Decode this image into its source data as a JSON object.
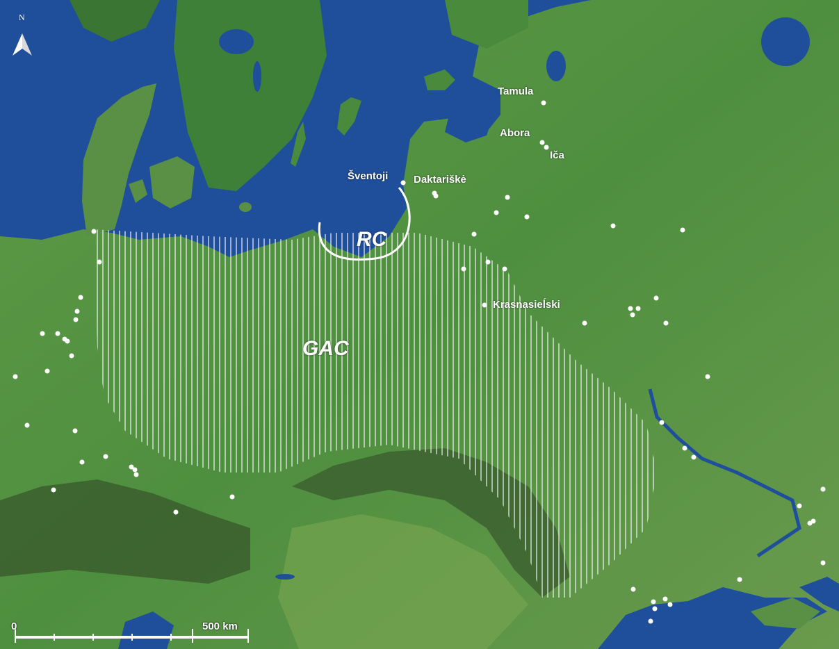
{
  "map": {
    "north_label": "N",
    "scale_zero": "0",
    "scale_label": "500 km",
    "regions": [
      {
        "key": "gac",
        "label": "GAC"
      },
      {
        "key": "rc",
        "label": "RC"
      }
    ],
    "places": [
      {
        "key": "tamula",
        "name": "Tamula"
      },
      {
        "key": "abora",
        "name": "Abora"
      },
      {
        "key": "ica",
        "name": "Iča"
      },
      {
        "key": "sventoji",
        "name": "Šventoji"
      },
      {
        "key": "daktariske",
        "name": "Daktariškė"
      },
      {
        "key": "krasnasielski",
        "name": "Krasnasieĺski"
      }
    ],
    "colors": {
      "sea": "#1f4f9a",
      "land": "#4e8f3f",
      "mountains": "#3d6a2e",
      "hatch": "#ffffff",
      "site_marker": "#ffffff"
    },
    "icons": [
      "north-arrow-icon",
      "site-dot-icon",
      "scale-bar-icon"
    ]
  }
}
